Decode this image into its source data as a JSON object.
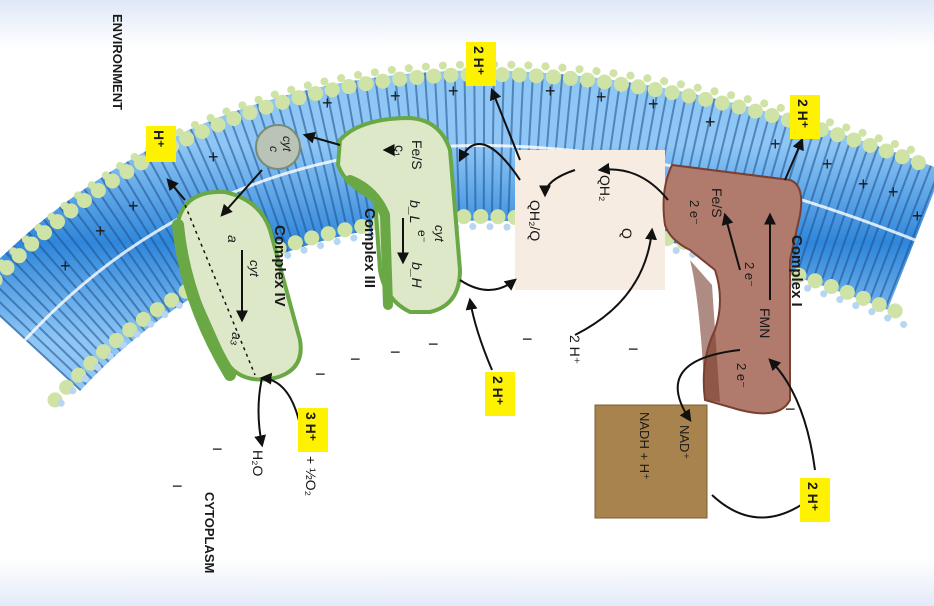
{
  "regions": {
    "environment": "ENVIRONMENT",
    "cytoplasm": "CYTOPLASM"
  },
  "complexes": {
    "complex_i": {
      "name": "Complex I",
      "fes": "Fe/S",
      "fmn": "FMN",
      "e_top": "2 e⁻",
      "e_mid": "2 e⁻",
      "e_bot": "2 e⁻"
    },
    "complex_iii": {
      "name": "Complex III",
      "fes": "Fe/S",
      "c1": "c₁",
      "bl": "b_L",
      "bh": "b_H",
      "cyt": "cyt",
      "e": "e⁻"
    },
    "complex_iv": {
      "name": "Complex IV",
      "a": "a",
      "a3": "a₃",
      "cyt": "cyt"
    },
    "cyt_c": {
      "line1": "cyt",
      "line2": "c"
    },
    "quinone": {
      "qh2": "QH₂",
      "q": "Q",
      "pool": "QH₂/Q"
    }
  },
  "labels": {
    "h_env_left": "H⁺",
    "two_h_top": "2 H⁺",
    "two_h_right": "2 H⁺",
    "two_h_mid": "2 H⁺",
    "two_h_bottom": "2 H⁺",
    "two_h_plain": "2 H⁺",
    "three_h": "3 H⁺",
    "oxygen": "+ ½O₂",
    "water": "H₂O",
    "nad": "NAD⁺",
    "nadh": "NADH + H⁺"
  },
  "charges": {
    "positive": "+",
    "negative": "−"
  },
  "colors": {
    "complex_i": "#b07a6c",
    "complex_i_dark": "#7a3f31",
    "complex_iii_iv": "#dce8c8",
    "green_edge": "#6aa845",
    "quinone_pool": "#f6ece2",
    "nadh_box": "#a9834e",
    "highlight": "#fff200",
    "membrane": "#4c9ee8"
  }
}
